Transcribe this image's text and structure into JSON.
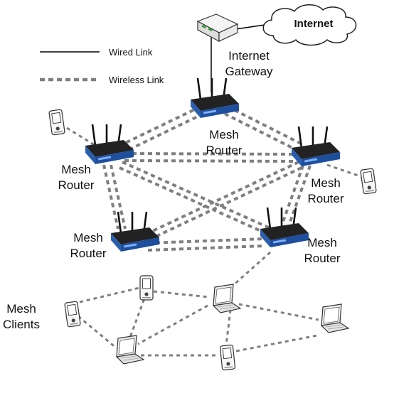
{
  "legend": {
    "wired_label": "Wired Link",
    "wireless_label": "Wireless Link"
  },
  "internet": {
    "label": "Internet"
  },
  "gateway": {
    "line1": "Internet",
    "line2": "Gateway"
  },
  "routers": [
    {
      "id": "router-top",
      "line1": "Mesh",
      "line2": "Router"
    },
    {
      "id": "router-left",
      "line1": "Mesh",
      "line2": "Router"
    },
    {
      "id": "router-right",
      "line1": "Mesh",
      "line2": "Router"
    },
    {
      "id": "router-bottom-left",
      "line1": "Mesh",
      "line2": "Router"
    },
    {
      "id": "router-bottom-right",
      "line1": "Mesh",
      "line2": "Router"
    }
  ],
  "clients_group": {
    "line1": "Mesh",
    "line2": "Clients"
  },
  "colors": {
    "router_blue": "#2a5fb0",
    "router_dark": "#1b1b1b",
    "wireless_link": "#7f7f7f",
    "wired_link": "#000000",
    "gateway_green": "#3a9a3a"
  },
  "icons": [
    "cloud-icon",
    "gateway-icon",
    "router-icon",
    "pda-icon",
    "laptop-icon"
  ]
}
